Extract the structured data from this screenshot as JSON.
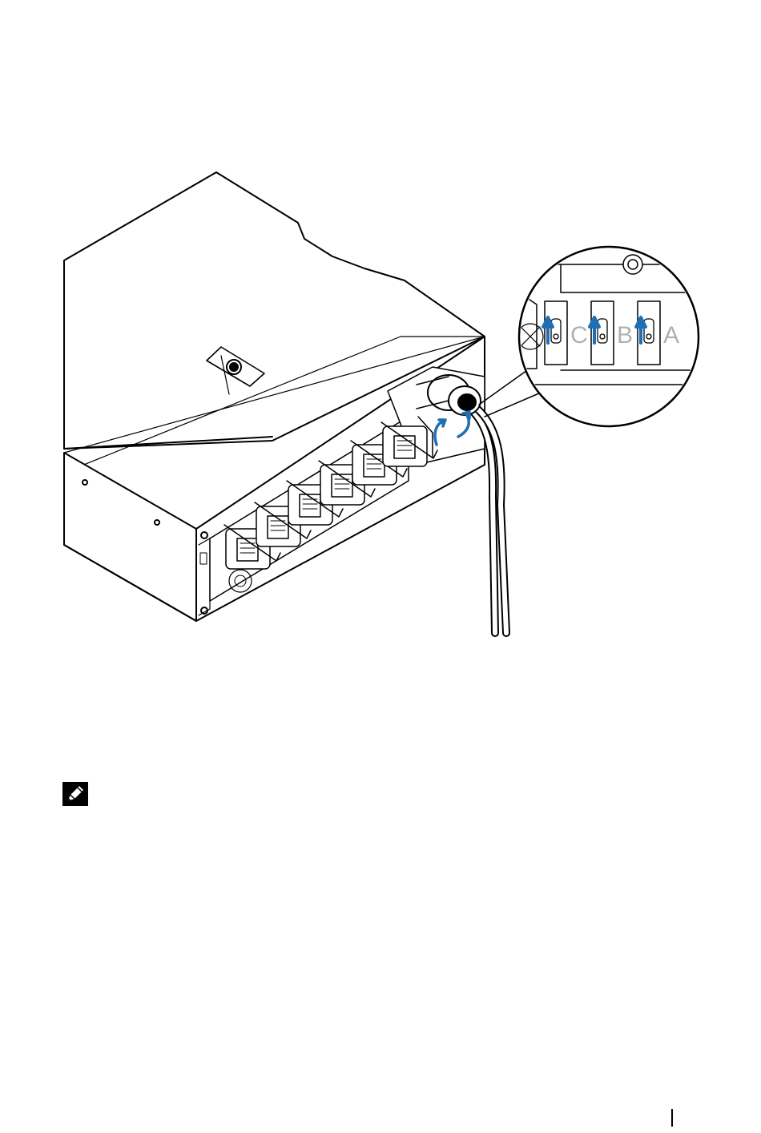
{
  "figure": {
    "slot_labels": [
      "C",
      "B",
      "A"
    ]
  },
  "colors": {
    "line": "#000000",
    "arrow": "#1f6fb5",
    "label_grey": "#b0b0b0"
  },
  "icons": {
    "note": "note-pencil-icon"
  }
}
